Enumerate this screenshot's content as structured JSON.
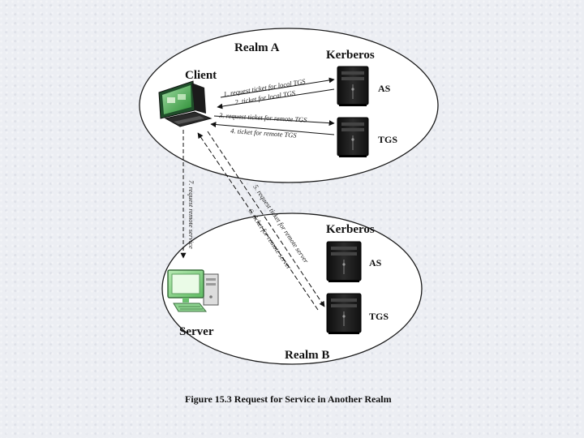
{
  "realm_a": {
    "title": "Realm A",
    "kerberos": "Kerberos",
    "client": "Client",
    "as": "AS",
    "tgs": "TGS"
  },
  "realm_b": {
    "title": "Realm B",
    "kerberos": "Kerberos",
    "server": "Server",
    "as": "AS",
    "tgs": "TGS"
  },
  "messages": {
    "m1": "1. request ticket for local TGS",
    "m2": "2. ticket for local TGS",
    "m3": "3. request ticket for remote TGS",
    "m4": "4. ticket for remote TGS",
    "m5": "5. request ticket for remote server",
    "m6": "6. ticket for remote server",
    "m7": "7. request remote service"
  },
  "caption": "Figure 15.3  Request for Service in Another Realm",
  "colors": {
    "ellipse_fill": "#ffffff",
    "ellipse_stroke": "#1a1a1a",
    "server_body": "#1c1c1c",
    "monitor": "#2e9a3e"
  }
}
